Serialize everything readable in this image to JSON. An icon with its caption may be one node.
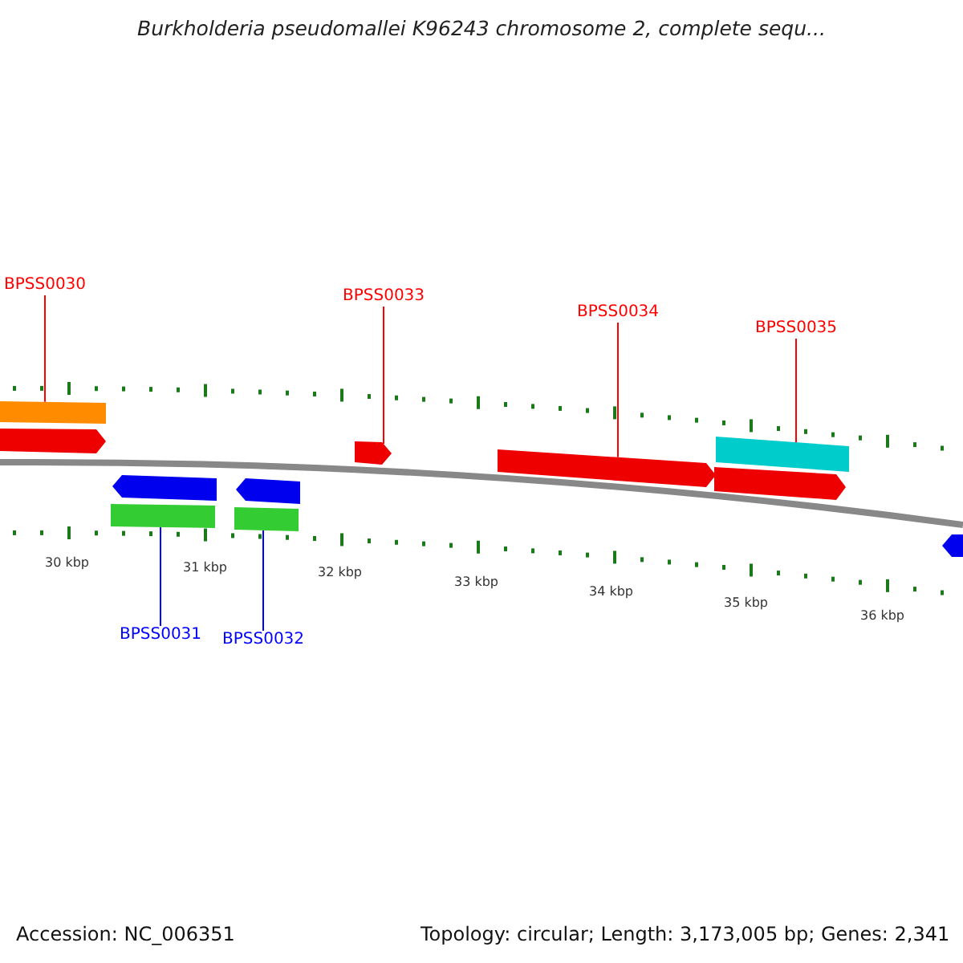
{
  "diagram": {
    "title": "Burkholderia pseudomallei K96243 chromosome 2, complete sequ...",
    "nodes": [
      {
        "text": [
          "BPSS0030"
        ]
      },
      {
        "text": [
          "BPSS0033"
        ]
      },
      {
        "text": [
          "BPSS0034"
        ]
      },
      {
        "text": [
          "BPSS0035"
        ]
      },
      {
        "text": [
          "BPSS0031"
        ]
      },
      {
        "text": [
          "BPSS0032"
        ]
      },
      {
        "text": [],
        "shape": "bar"
      },
      {
        "text": [],
        "shape": "bar"
      },
      {
        "text": [],
        "shape": "bar"
      },
      {
        "text": [],
        "shape": "arrow"
      },
      {
        "text": [],
        "shape": "arrow"
      },
      {
        "text": [],
        "shape": "bar"
      },
      {
        "text": [],
        "shape": "arrow"
      },
      {
        "text": [],
        "shape": "arrow"
      },
      {
        "text": [],
        "shape": "arrow"
      },
      {
        "text": [],
        "shape": "arrow"
      },
      {
        "text": [],
        "shape": "arrow"
      }
    ],
    "edges": [
      {
        "from": 0,
        "to": 6,
        "arrow": "none"
      },
      {
        "from": 1,
        "to": 9,
        "arrow": "none"
      },
      {
        "from": 2,
        "to": 10,
        "arrow": "none"
      },
      {
        "from": 3,
        "to": 11,
        "arrow": "none"
      },
      {
        "from": 4,
        "to": 7,
        "arrow": "none",
        "color": "#0000ff"
      },
      {
        "from": 5,
        "to": 8,
        "arrow": "none",
        "color": "#0000ff"
      }
    ],
    "labels": [
      "30 kbp",
      "31 kbp",
      "32 kbp",
      "33 kbp",
      "34 kbp",
      "35 kbp",
      "36 kbp",
      "Accession: NC_006351",
      "Topology: circular; Length: 3,173,005 bp; Genes: 2,341"
    ]
  }
}
